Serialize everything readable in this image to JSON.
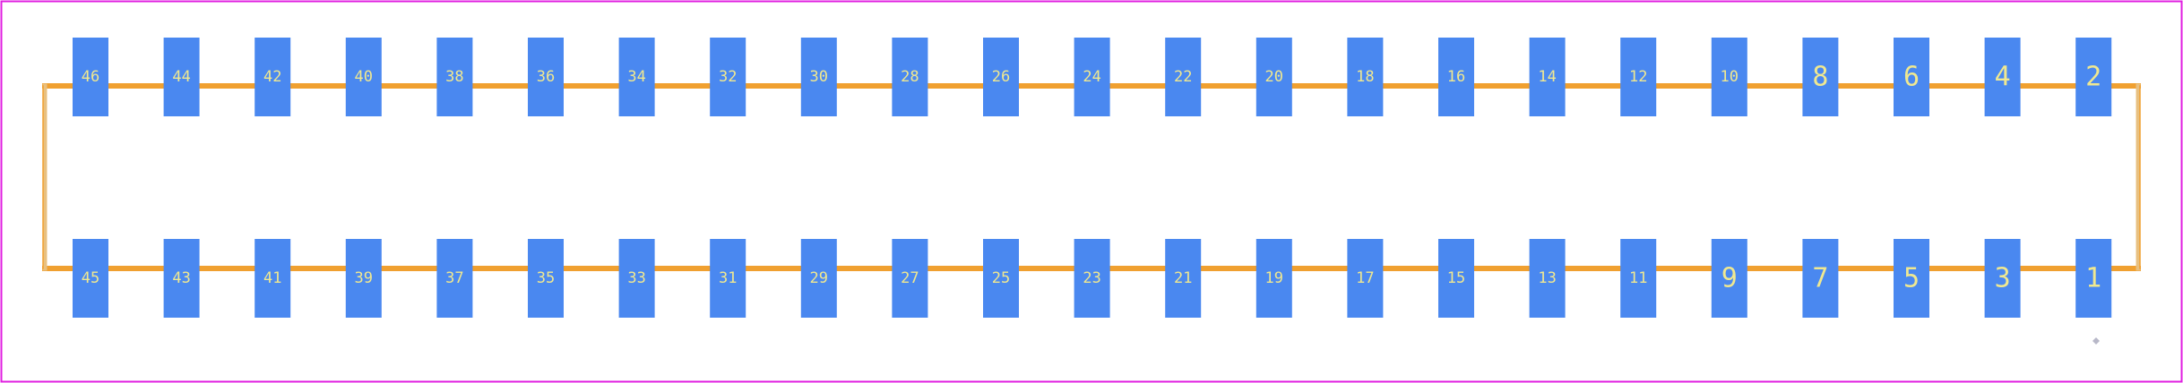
{
  "footprint": {
    "pads_top": [
      "46",
      "44",
      "42",
      "40",
      "38",
      "36",
      "34",
      "32",
      "30",
      "28",
      "26",
      "24",
      "22",
      "20",
      "18",
      "16",
      "14",
      "12",
      "10",
      "8",
      "6",
      "4",
      "2"
    ],
    "pads_bottom": [
      "45",
      "43",
      "41",
      "39",
      "37",
      "35",
      "33",
      "31",
      "29",
      "27",
      "25",
      "23",
      "21",
      "19",
      "17",
      "15",
      "13",
      "11",
      "9",
      "7",
      "5",
      "3",
      "1"
    ],
    "colors": {
      "board_border": "#e020e0",
      "outline": "#f0a030",
      "outline_side": "#e8c080",
      "pad": "#4a88f0",
      "pad_label": "#f0e890",
      "pin1_marker": "#b8b8c8"
    }
  }
}
